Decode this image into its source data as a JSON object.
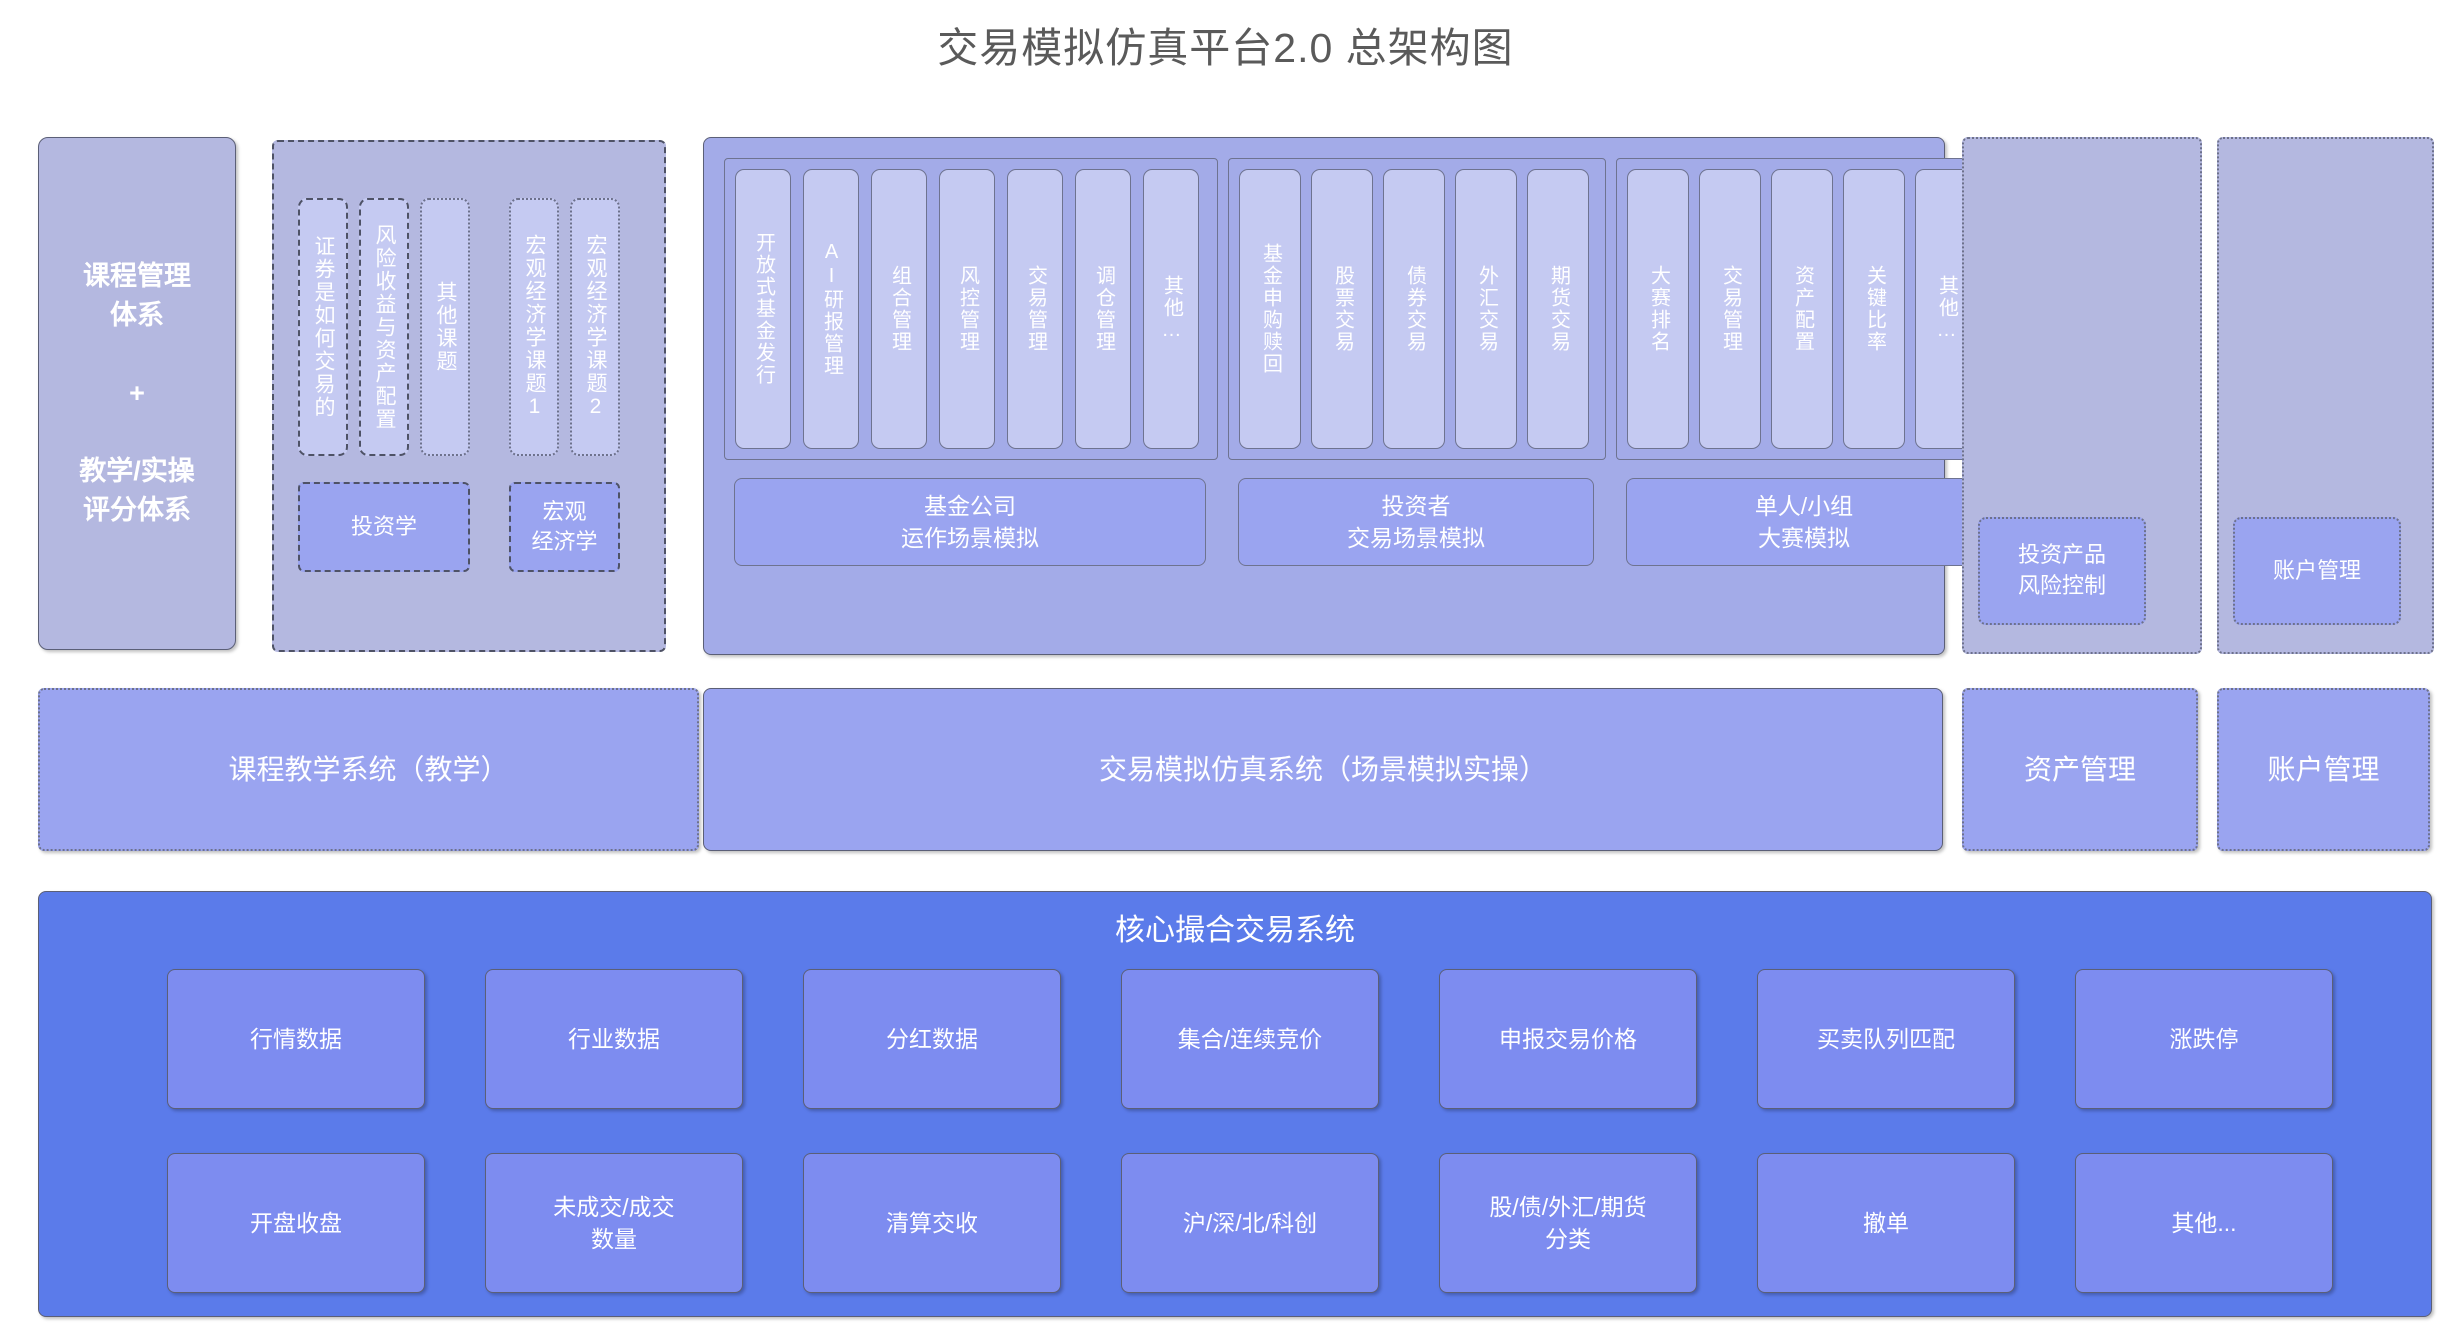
{
  "title": "交易模拟仿真平台2.0 总架构图",
  "colors": {
    "title_text": "#5a5a5a",
    "panel_lavender": "#b4b8e0",
    "chip_light": "#c5caf2",
    "group_mid": "#a3abe8",
    "bar_periwinkle": "#9aa4f0",
    "core_bg": "#5b7bea",
    "core_chip": "#7d8cf0"
  },
  "course_panel": {
    "line1": "课程管理",
    "line2": "体系",
    "plus": "+",
    "line3": "教学/实操",
    "line4": "评分体系"
  },
  "topics_panel": {
    "chips": [
      {
        "label": "证券是如何交易的",
        "border": "dashed"
      },
      {
        "label": "风险收益与资产配置",
        "border": "dashed"
      },
      {
        "label": "其他课题",
        "border": "dotted"
      },
      {
        "label": "宏观经济学课题1",
        "border": "dotted"
      },
      {
        "label": "宏观经济学课题2",
        "border": "dotted"
      }
    ],
    "courses": [
      {
        "label": "投资学"
      },
      {
        "line1": "宏观",
        "line2": "经济学"
      }
    ]
  },
  "sim_panel": {
    "groups": [
      {
        "caption_line1": "基金公司",
        "caption_line2": "运作场景模拟",
        "chips": [
          "开放式基金发行",
          "AI研报管理",
          "组合管理",
          "风控管理",
          "交易管理",
          "调仓管理",
          "其他…"
        ]
      },
      {
        "caption_line1": "投资者",
        "caption_line2": "交易场景模拟",
        "chips": [
          "基金申购赎回",
          "股票交易",
          "债券交易",
          "外汇交易",
          "期货交易"
        ]
      },
      {
        "caption_line1": "单人/小组",
        "caption_line2": "大赛模拟",
        "chips": [
          "大赛排名",
          "交易管理",
          "资产配置",
          "关键比率",
          "其他…"
        ]
      }
    ]
  },
  "risk_panel": {
    "line1": "投资产品",
    "line2": "风险控制"
  },
  "account_panel": {
    "line1": "账户管理"
  },
  "system_bars": [
    {
      "label": "课程教学系统（教学）",
      "border": "dotted"
    },
    {
      "label": "交易模拟仿真系统（场景模拟实操）",
      "border": "solid"
    },
    {
      "label": "资产管理",
      "border": "dotted"
    },
    {
      "label": "账户管理",
      "border": "dotted"
    }
  ],
  "core": {
    "title": "核心撮合交易系统",
    "row1": [
      {
        "line1": "行情数据",
        "line2": ""
      },
      {
        "line1": "行业数据",
        "line2": ""
      },
      {
        "line1": "分红数据",
        "line2": ""
      },
      {
        "line1": "集合/连续竞价",
        "line2": ""
      },
      {
        "line1": "申报交易价格",
        "line2": ""
      },
      {
        "line1": "买卖队列匹配",
        "line2": ""
      },
      {
        "line1": "涨跌停",
        "line2": ""
      }
    ],
    "row2": [
      {
        "line1": "开盘收盘",
        "line2": ""
      },
      {
        "line1": "未成交/成交",
        "line2": "数量"
      },
      {
        "line1": "清算交收",
        "line2": ""
      },
      {
        "line1": "沪/深/北/科创",
        "line2": ""
      },
      {
        "line1": "股/债/外汇/期货",
        "line2": "分类"
      },
      {
        "line1": "撤单",
        "line2": ""
      },
      {
        "line1": "其他...",
        "line2": ""
      }
    ]
  }
}
